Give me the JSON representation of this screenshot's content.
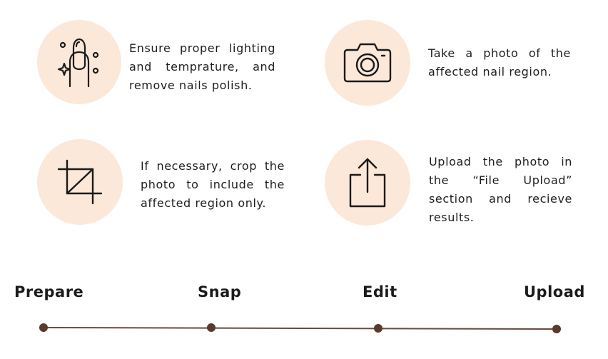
{
  "steps": [
    {
      "icon": "manicured-nail-icon",
      "description": "Ensure proper lighting and temprature, and remove nails polish."
    },
    {
      "icon": "camera-icon",
      "description": "Take a photo of the affected nail region."
    },
    {
      "icon": "crop-icon",
      "description": "If necessary, crop the photo to include the affected region only."
    },
    {
      "icon": "upload-icon",
      "description": "Upload the photo in the “File Upload” section and recieve results."
    }
  ],
  "timeline": {
    "labels": [
      "Prepare",
      "Snap",
      "Edit",
      "Upload"
    ]
  },
  "colors": {
    "circle_fill": "#fbe8d8",
    "timeline_line": "#6b4a3a",
    "timeline_dot": "#5a3a2c",
    "text": "#1e1e1e"
  }
}
